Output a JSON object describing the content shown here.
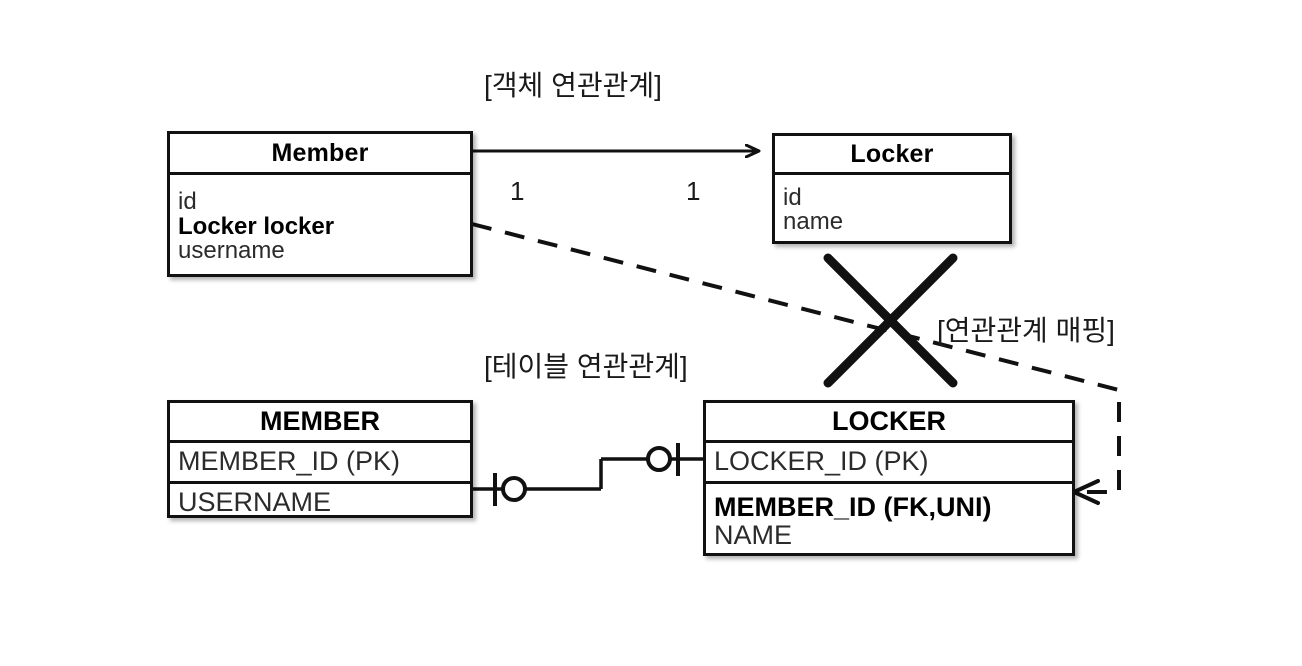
{
  "diagram": {
    "title_object": "[객체 연관관계]",
    "title_table": "[테이블 연관관계]",
    "title_mapping": "[연관관계 매핑]",
    "background": "#ffffff",
    "stroke": "#111111"
  },
  "object_model": {
    "member": {
      "name": "Member",
      "fields": [
        {
          "text": "id",
          "bold": false
        },
        {
          "text": "Locker locker",
          "bold": true
        },
        {
          "text": "username",
          "bold": false
        }
      ]
    },
    "locker": {
      "name": "Locker",
      "fields": [
        {
          "text": "id",
          "bold": false
        },
        {
          "text": "name",
          "bold": false
        }
      ]
    },
    "association": {
      "left_multiplicity": "1",
      "right_multiplicity": "1",
      "direction": "Member -> Locker"
    }
  },
  "table_model": {
    "member_table": {
      "name": "MEMBER",
      "columns": [
        {
          "text": "MEMBER_ID (PK)",
          "bold": false
        },
        {
          "text": "USERNAME",
          "bold": false
        }
      ]
    },
    "locker_table": {
      "name": "LOCKER",
      "columns": [
        {
          "text": "LOCKER_ID (PK)",
          "bold": false
        },
        {
          "text": "MEMBER_ID (FK,UNI)",
          "bold": true
        },
        {
          "text": "NAME",
          "bold": false
        }
      ]
    },
    "relationship": {
      "left_notation": "one-and-only-one-optional",
      "right_notation": "one-and-only-one-optional"
    }
  },
  "annotations": {
    "cross_out": "X-mark over object association arrow",
    "mapping_arrow": "dashed line from Member.locker field to LOCKER.MEMBER_ID"
  }
}
